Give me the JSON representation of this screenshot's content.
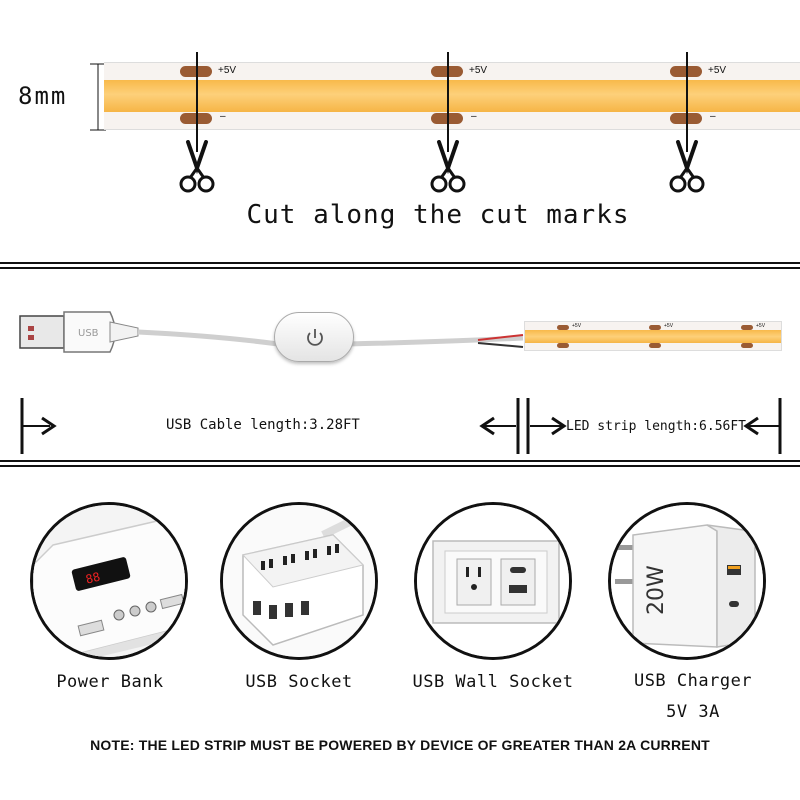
{
  "top": {
    "width_label": "8mm",
    "pad_plus": "+5V",
    "pad_minus": "–",
    "cut_text": "Cut along the cut marks"
  },
  "middle": {
    "strip_pad_label": "+5V",
    "usb_cable_label": "USB Cable length:3.28FT",
    "led_strip_label": "LED strip length:6.56FT"
  },
  "devices": [
    {
      "label": "Power Bank",
      "sublabel": ""
    },
    {
      "label": "USB Socket",
      "sublabel": ""
    },
    {
      "label": "USB Wall Socket",
      "sublabel": ""
    },
    {
      "label": "USB Charger",
      "sublabel": "5V 3A"
    }
  ],
  "charger_text": "20W",
  "note": "NOTE: THE LED STRIP MUST BE POWERED BY DEVICE OF GREATER THAN 2A CURRENT",
  "colors": {
    "led_yellow": "#fbc05a",
    "pad_copper": "#9a5b33",
    "outline": "#111111"
  }
}
